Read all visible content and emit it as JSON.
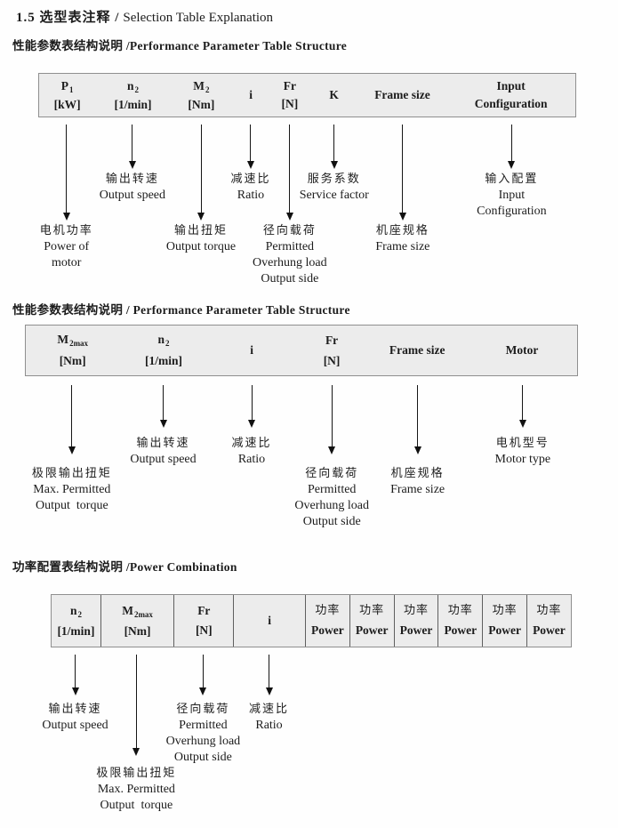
{
  "page_title": {
    "bold": "1.5 选型表注释 /",
    "en": "Selection Table Explanation"
  },
  "colors": {
    "table_bg": "#ececec",
    "table_border": "#8f8f8f",
    "inner_border": "#5f5f5f",
    "text": "#1c1c1c",
    "arrow": "#161616"
  },
  "sections": [
    {
      "heading": "性能参数表结构说明 /Performance Parameter Table Structure",
      "table": {
        "columns": [
          {
            "name": "p1",
            "width_pct": 10.5,
            "l1": "P",
            "sub": "1",
            "l2": "[kW]"
          },
          {
            "name": "n2",
            "width_pct": 14,
            "l1": "n",
            "sub": "2",
            "l2": "[1/min]"
          },
          {
            "name": "m2",
            "width_pct": 11.5,
            "l1": "M",
            "sub": "2",
            "l2": "[Nm]"
          },
          {
            "name": "i",
            "width_pct": 7,
            "l1": "i"
          },
          {
            "name": "fr",
            "width_pct": 7.5,
            "l1": "Fr",
            "l2": "[N]"
          },
          {
            "name": "k",
            "width_pct": 9,
            "l1": "K"
          },
          {
            "name": "frame-size",
            "width_pct": 16.5,
            "l1": "Frame size"
          },
          {
            "name": "input-configuration",
            "width_pct": 24,
            "l1": "Input",
            "l2": "Configuration"
          }
        ]
      },
      "callouts": [
        {
          "name": "power-of-motor",
          "center_pct": 5.25,
          "arrow": "long",
          "cn": "电机功率",
          "en": [
            "Power of",
            "motor"
          ]
        },
        {
          "name": "output-speed",
          "center_pct": 17.5,
          "arrow": "short",
          "cn": "输出转速",
          "en": [
            "Output speed"
          ]
        },
        {
          "name": "output-torque",
          "center_pct": 30.25,
          "arrow": "long",
          "cn": "输出扭矩",
          "en": [
            "Output torque"
          ]
        },
        {
          "name": "ratio",
          "center_pct": 39.5,
          "arrow": "short",
          "cn": "减速比",
          "en": [
            "Ratio"
          ]
        },
        {
          "name": "overhung-load",
          "center_pct": 46.75,
          "arrow": "long",
          "cn": "径向载荷",
          "en": [
            "Permitted",
            "Overhung load",
            "Output side"
          ]
        },
        {
          "name": "service-factor",
          "center_pct": 55,
          "arrow": "short",
          "cn": "服务系数",
          "en": [
            "Service factor"
          ]
        },
        {
          "name": "frame-size",
          "center_pct": 67.75,
          "arrow": "long",
          "cn": "机座规格",
          "en": [
            "Frame size"
          ]
        },
        {
          "name": "input-configuration",
          "center_pct": 88,
          "arrow": "short",
          "cn": "输入配置",
          "en": [
            "Input",
            "Configuration"
          ]
        }
      ]
    },
    {
      "heading": "性能参数表结构说明 / Performance Parameter Table Structure",
      "table": {
        "columns": [
          {
            "name": "m2max",
            "width_pct": 17,
            "l1": "M",
            "sub": "2max",
            "l2": "[Nm]"
          },
          {
            "name": "n2",
            "width_pct": 16,
            "l1": "n",
            "sub": "2",
            "l2": "[1/min]"
          },
          {
            "name": "i",
            "width_pct": 16,
            "l1": "i"
          },
          {
            "name": "fr",
            "width_pct": 13,
            "l1": "Fr",
            "l2": "[N]"
          },
          {
            "name": "frame-size",
            "width_pct": 18,
            "l1": "Frame size"
          },
          {
            "name": "motor",
            "width_pct": 20,
            "l1": "Motor"
          }
        ]
      },
      "callouts": [
        {
          "name": "max-output-torque",
          "center_pct": 8.5,
          "arrow": "long",
          "cn": "极限输出扭矩",
          "en": [
            "Max. Permitted",
            "Output  torque"
          ]
        },
        {
          "name": "output-speed",
          "center_pct": 25,
          "arrow": "short",
          "cn": "输出转速",
          "en": [
            "Output speed"
          ]
        },
        {
          "name": "ratio",
          "center_pct": 41,
          "arrow": "short",
          "cn": "减速比",
          "en": [
            "Ratio"
          ]
        },
        {
          "name": "overhung-load",
          "center_pct": 55.5,
          "arrow": "long",
          "cn": "径向载荷",
          "en": [
            "Permitted",
            "Overhung load",
            "Output side"
          ]
        },
        {
          "name": "frame-size",
          "center_pct": 71,
          "arrow": "long",
          "cn": "机座规格",
          "en": [
            "Frame size"
          ]
        },
        {
          "name": "motor-type",
          "center_pct": 90,
          "arrow": "short",
          "cn": "电机型号",
          "en": [
            "Motor type"
          ]
        }
      ]
    },
    {
      "heading": "功率配置表结构说明 /Power Combination",
      "table": {
        "columns": [
          {
            "name": "n2",
            "width_pct": 9.4,
            "l1": "n",
            "sub": "2",
            "l2": "[1/min]"
          },
          {
            "name": "m2max",
            "width_pct": 14.1,
            "l1": "M",
            "sub": "2max",
            "l2": "[Nm]"
          },
          {
            "name": "fr",
            "width_pct": 11.5,
            "l1": "Fr",
            "l2": "[N]"
          },
          {
            "name": "i",
            "width_pct": 13.8,
            "l1": "i"
          },
          {
            "name": "power-1",
            "width_pct": 8.53,
            "cn": "功率",
            "l1": "Power"
          },
          {
            "name": "power-2",
            "width_pct": 8.53,
            "cn": "功率",
            "l1": "Power"
          },
          {
            "name": "power-3",
            "width_pct": 8.53,
            "cn": "功率",
            "l1": "Power"
          },
          {
            "name": "power-4",
            "width_pct": 8.53,
            "cn": "功率",
            "l1": "Power"
          },
          {
            "name": "power-5",
            "width_pct": 8.53,
            "cn": "功率",
            "l1": "Power"
          },
          {
            "name": "power-6",
            "width_pct": 8.53,
            "cn": "功率",
            "l1": "Power"
          }
        ]
      },
      "callouts": [
        {
          "name": "output-speed",
          "center_pct": 4.7,
          "arrow": "short",
          "cn": "输出转速",
          "en": [
            "Output speed"
          ]
        },
        {
          "name": "max-output-torque",
          "center_pct": 16.45,
          "arrow": "long",
          "cn": "极限输出扭矩",
          "en": [
            "Max. Permitted",
            "Output  torque"
          ]
        },
        {
          "name": "overhung-load",
          "center_pct": 29.25,
          "arrow": "short",
          "cn": "径向载荷",
          "en": [
            "Permitted",
            "Overhung load",
            "Output side"
          ]
        },
        {
          "name": "ratio",
          "center_pct": 41.9,
          "arrow": "short",
          "cn": "减速比",
          "en": [
            "Ratio"
          ]
        }
      ]
    }
  ]
}
